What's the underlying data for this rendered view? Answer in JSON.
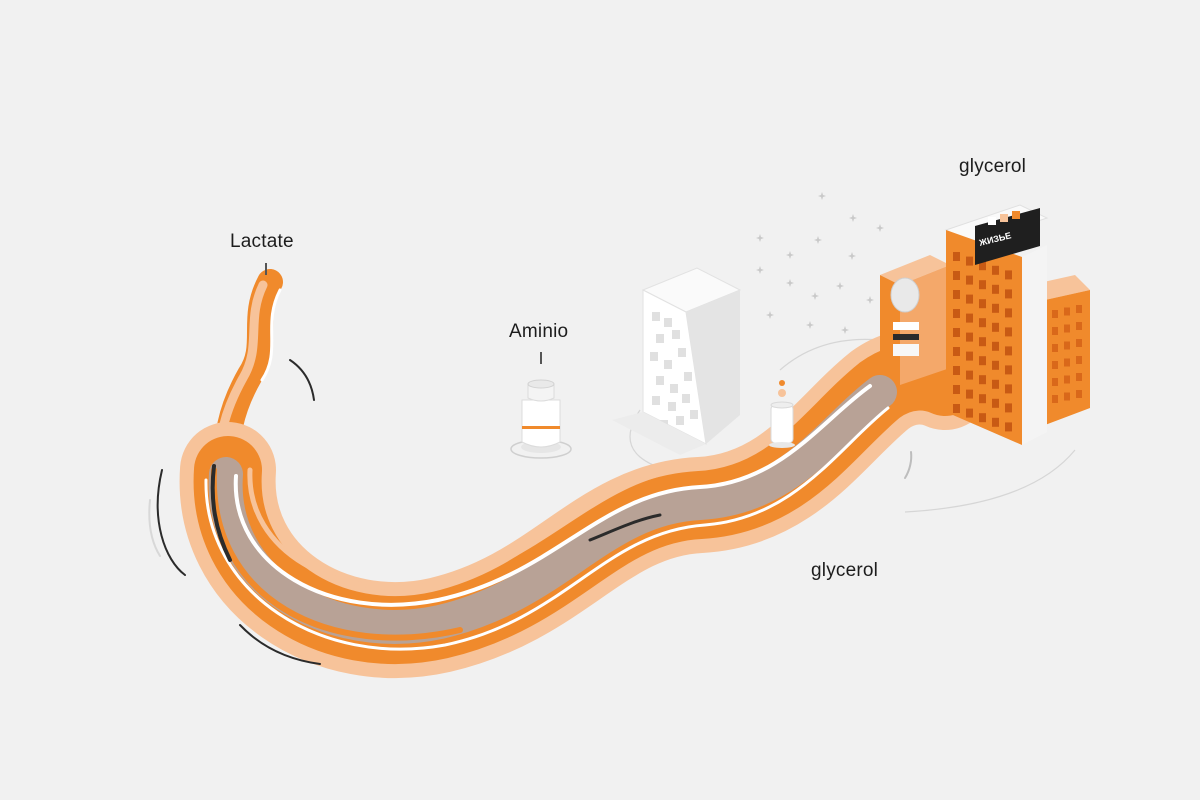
{
  "labels": {
    "lactate": "Lactate",
    "amino": "Aminio",
    "glycerol_top": "glycerol",
    "glycerol_bottom": "glycerol"
  },
  "sign": {
    "text": "ЖИЗЬЕ"
  },
  "colors": {
    "background": "#f1f1f1",
    "accent_orange": "#f08a2c",
    "peach": "#f7c39a",
    "taupe": "#b8a296",
    "dark_gray": "#2b2b2b",
    "white": "#ffffff"
  },
  "icons": [
    "stream-icon",
    "vial-icon",
    "white-building-icon",
    "small-jar-icon",
    "orange-building-icon",
    "sparkle-icon"
  ]
}
